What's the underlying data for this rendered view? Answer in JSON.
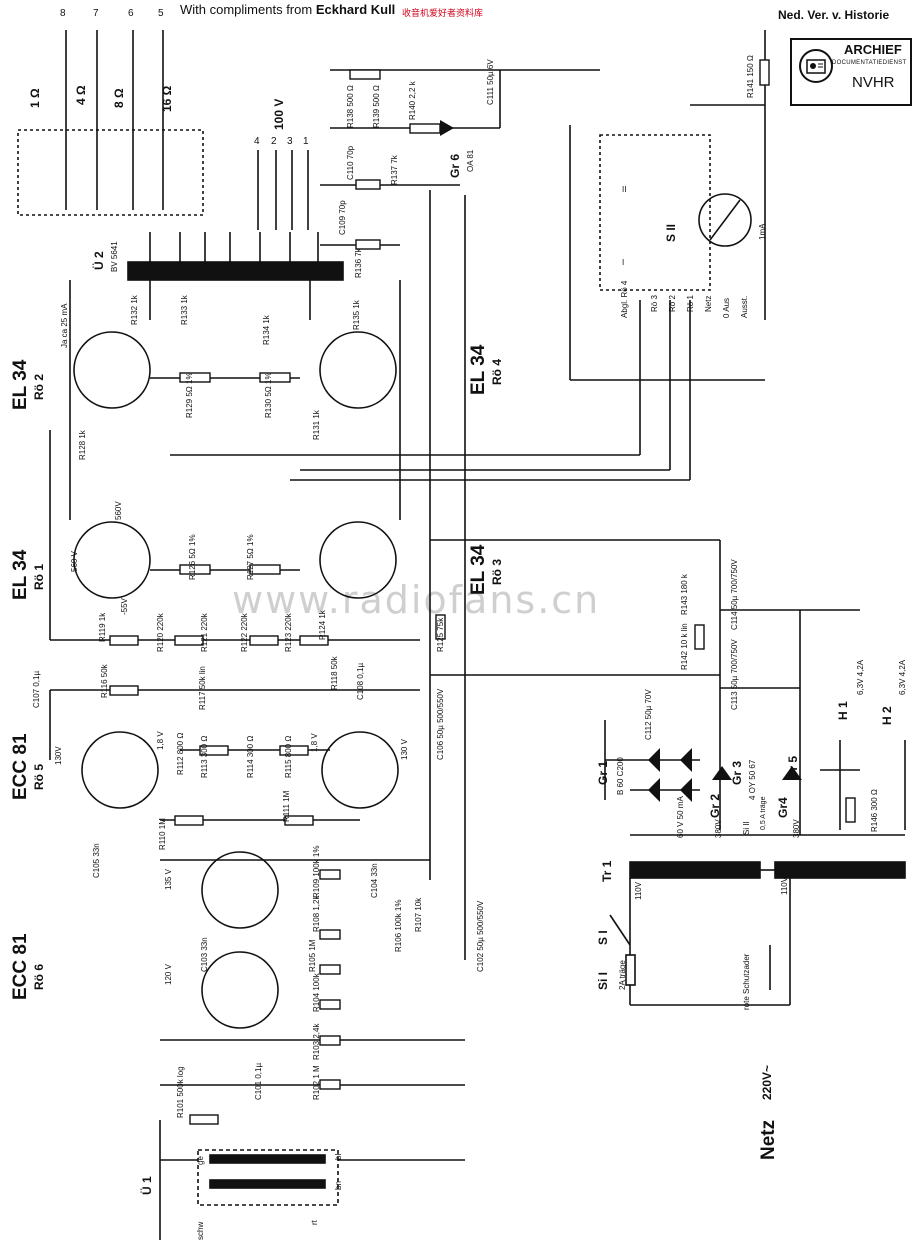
{
  "header": {
    "credit_prefix": "With compliments from",
    "credit_name": "Eckhard Kull",
    "credit_cn": "收音机爱好者资料库",
    "org": "Ned. Ver. v. Historie"
  },
  "stamp": {
    "line1": "ARCHIEF",
    "line2": "DOCUMENTATIEDIENST",
    "line3": "NVHR"
  },
  "watermark": "www.radiofans.cn",
  "tubes": {
    "ro2": {
      "type": "EL 34",
      "name": "Rö 2"
    },
    "ro1": {
      "type": "EL 34",
      "name": "Rö 1"
    },
    "ro4": {
      "type": "EL 34",
      "name": "Rö 4"
    },
    "ro3": {
      "type": "EL 34",
      "name": "Rö 3"
    },
    "ro5": {
      "type": "ECC 81",
      "name": "Rö 5"
    },
    "ro6": {
      "type": "ECC 81",
      "name": "Rö 6"
    }
  },
  "outputs": {
    "ohm1": "1 Ω",
    "ohm4": "4 Ω",
    "ohm8": "8 Ω",
    "ohm16": "16 Ω",
    "v100": "100 V",
    "top_terms": [
      "8",
      "7",
      "6",
      "5"
    ],
    "v100_terms": [
      "4",
      "2",
      "3",
      "1"
    ]
  },
  "transformers": {
    "u2": "Ü 2",
    "u2_type": "BV 5641",
    "u1": "Ü 1",
    "tr1": "Tr 1"
  },
  "components": {
    "r132": "R132 1k",
    "r133": "R133 1k",
    "r134": "R134 1k",
    "r135": "R135 1k",
    "r129": "R129 5Ω 1%",
    "r130": "R130 5Ω 1%",
    "r131": "R131 1k",
    "r128": "R128 1k",
    "r126": "R126 5Ω 1%",
    "r127": "R127 5Ω 1%",
    "r119": "R119 1k",
    "r120": "R120 220k",
    "r121": "R121 220k",
    "r122": "R122 220k",
    "r123": "R123 220k",
    "r124": "R124 1k",
    "r125": "R125 75k",
    "r116": "R116 50k",
    "r117": "R117 50k lin",
    "r118": "R118 50k",
    "r112": "R112 800 Ω",
    "r113": "R113 300 Ω",
    "r114": "R114 300 Ω",
    "r115": "R115 800 Ω",
    "r110": "R110 1M",
    "r111": "R111 1M",
    "r109": "R109 100k 1%",
    "r108": "R108 1,2k",
    "r105": "R105 1M",
    "r104": "R104 100k",
    "r106": "R106 100k 1%",
    "r107": "R107 10k",
    "r103": "R103 2,4k",
    "r102": "R102 1 M",
    "r101": "R101 500k log",
    "r136": "R136 7k",
    "r137": "R137 7k",
    "r138": "R138 500 Ω",
    "r139": "R139 500 Ω",
    "r140": "R140 2,2 k",
    "r141": "R141 150 Ω",
    "r142": "R142 10 k lin",
    "r143": "R143 180 k",
    "r146": "R146 300 Ω",
    "c107": "C107 0,1µ",
    "c108": "C108 0,1µ",
    "c106": "C106 50µ 500/550V",
    "c105": "C105 33n",
    "c104": "C104 33n",
    "c103": "C103 33n",
    "c102": "C102 50µ 500/550V",
    "c101": "C101 0,1µ",
    "c109": "C109 70p",
    "c110": "C110 70p",
    "c111": "C111 50µ 6V",
    "c112": "C112 50µ 70V",
    "c113": "C113 50µ 700/750V",
    "c114": "C114 50µ 700/750V",
    "gr6": "Gr 6",
    "gr6_type": "OA 81",
    "gr1": "Gr 1",
    "gr1_type": "B 60 C200",
    "gr2": "Gr 2",
    "gr3": "Gr 3",
    "gr3_type": "4 OY 50 67",
    "gr4": "Gr4",
    "gr5": "Gr 5",
    "sill": "Si II",
    "sill_rating": "0,5 A träge",
    "sii": "S II",
    "si_i": "Si I",
    "si_i_rating": "2A träge",
    "si": "S I",
    "meter": "1mA"
  },
  "voltages": {
    "v560a": "560 V",
    "v560b": "560V",
    "vneg55": "-55V",
    "v130a": "130V",
    "v130b": "130 V",
    "v135": "135 V",
    "v120": "120 V",
    "v18a": "1,8 V",
    "v18b": "1,8 V",
    "ia": "Ja ca 25 mA",
    "sec60": "60 V 50 mA",
    "sec380a": "380V",
    "sec380b": "380V",
    "tap110a": "110V",
    "tap110b": "110V",
    "h1": "H 1",
    "h1v": "6,3V 4,2A",
    "h2": "H 2",
    "h2v": "6,3V 4,2A"
  },
  "switch": {
    "pos_abgl": "Abgl. Rö 4",
    "pos_ro3": "Rö 3",
    "pos_ro2": "Rö 2",
    "pos_ro1": "Rö 1",
    "pos_netz": "Netz",
    "pos_0aus": "0 Aus",
    "pos_ausst": "Ausst.",
    "pos_II": "II",
    "pos_I": "I"
  },
  "mains": {
    "label": "Netz",
    "voltage": "220V~",
    "rote": "rote Schutzader"
  },
  "input": {
    "schw": "schw",
    "rt": "rt",
    "ge": "ge",
    "bl": "bl",
    "bn": "bn"
  }
}
